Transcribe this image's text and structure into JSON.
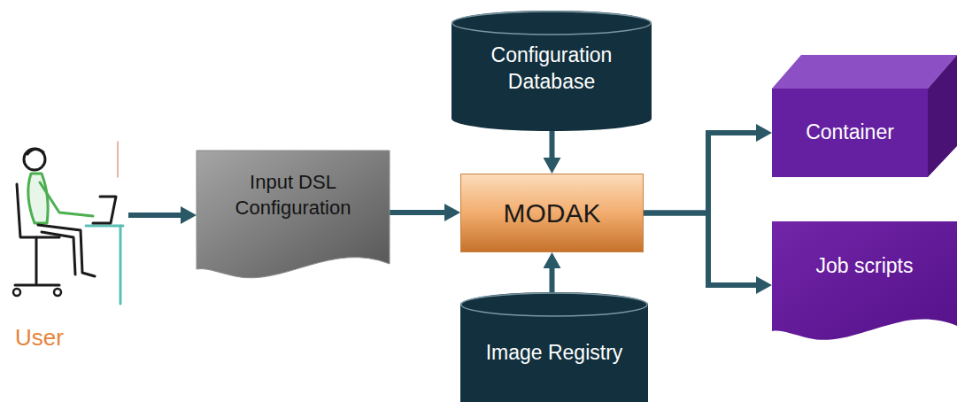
{
  "diagram": {
    "nodes": [
      {
        "text": [
          "User"
        ]
      },
      {
        "text": [
          "Input DSL Configuration"
        ]
      },
      {
        "text": [
          "Configuration Database"
        ]
      },
      {
        "text": [
          "MODAK"
        ]
      },
      {
        "text": [
          "Image Registry"
        ]
      },
      {
        "text": [
          "Container"
        ]
      },
      {
        "text": [
          "Job scripts"
        ]
      }
    ],
    "edges": [
      {
        "from": 0,
        "to": 1,
        "arrow": "to"
      },
      {
        "from": 1,
        "to": 3,
        "arrow": "to"
      },
      {
        "from": 2,
        "to": 3,
        "arrow": "to"
      },
      {
        "from": 4,
        "to": 3,
        "arrow": "to"
      },
      {
        "from": 3,
        "to": 5,
        "arrow": "to"
      },
      {
        "from": 3,
        "to": 6,
        "arrow": "to"
      }
    ]
  }
}
